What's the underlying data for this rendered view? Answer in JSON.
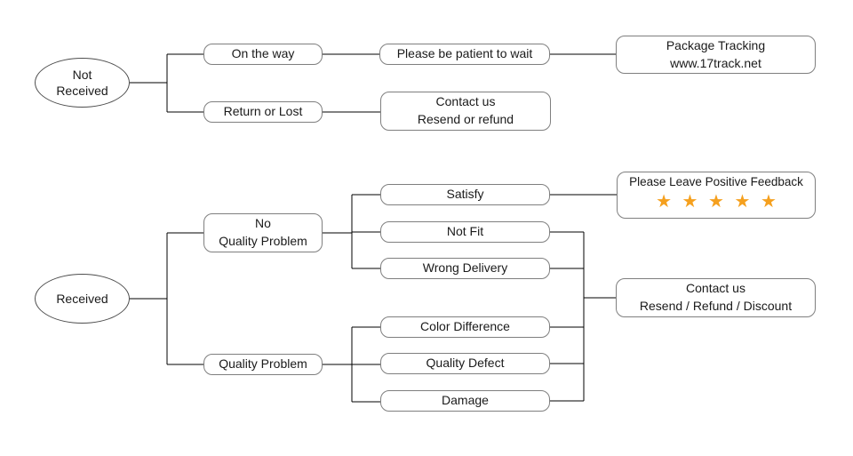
{
  "diagram": {
    "flow_not_received": {
      "root": "Not\nReceived",
      "on_the_way": "On the way",
      "please_wait": "Please be patient to wait",
      "package_tracking": "Package Tracking\nwww.17track.net",
      "return_or_lost": "Return or Lost",
      "contact_resend_refund": "Contact us\nResend or refund"
    },
    "flow_received": {
      "root": "Received",
      "no_quality_problem": "No\nQuality Problem",
      "quality_problem": "Quality Problem",
      "satisfy": "Satisfy",
      "not_fit": "Not Fit",
      "wrong_delivery": "Wrong Delivery",
      "color_difference": "Color Difference",
      "quality_defect": "Quality Defect",
      "damage": "Damage",
      "feedback_title": "Please Leave Positive Feedback",
      "feedback_stars": "★ ★ ★ ★ ★",
      "contact_resend_refund_discount": "Contact us\nResend / Refund / Discount"
    },
    "colors": {
      "star_orange": "#f5a01e",
      "box_border": "#7f7f7f",
      "ellipse_border": "#4d4d4d",
      "connector_line": "#000000",
      "text": "#1a1a1a",
      "background": "#ffffff"
    }
  }
}
